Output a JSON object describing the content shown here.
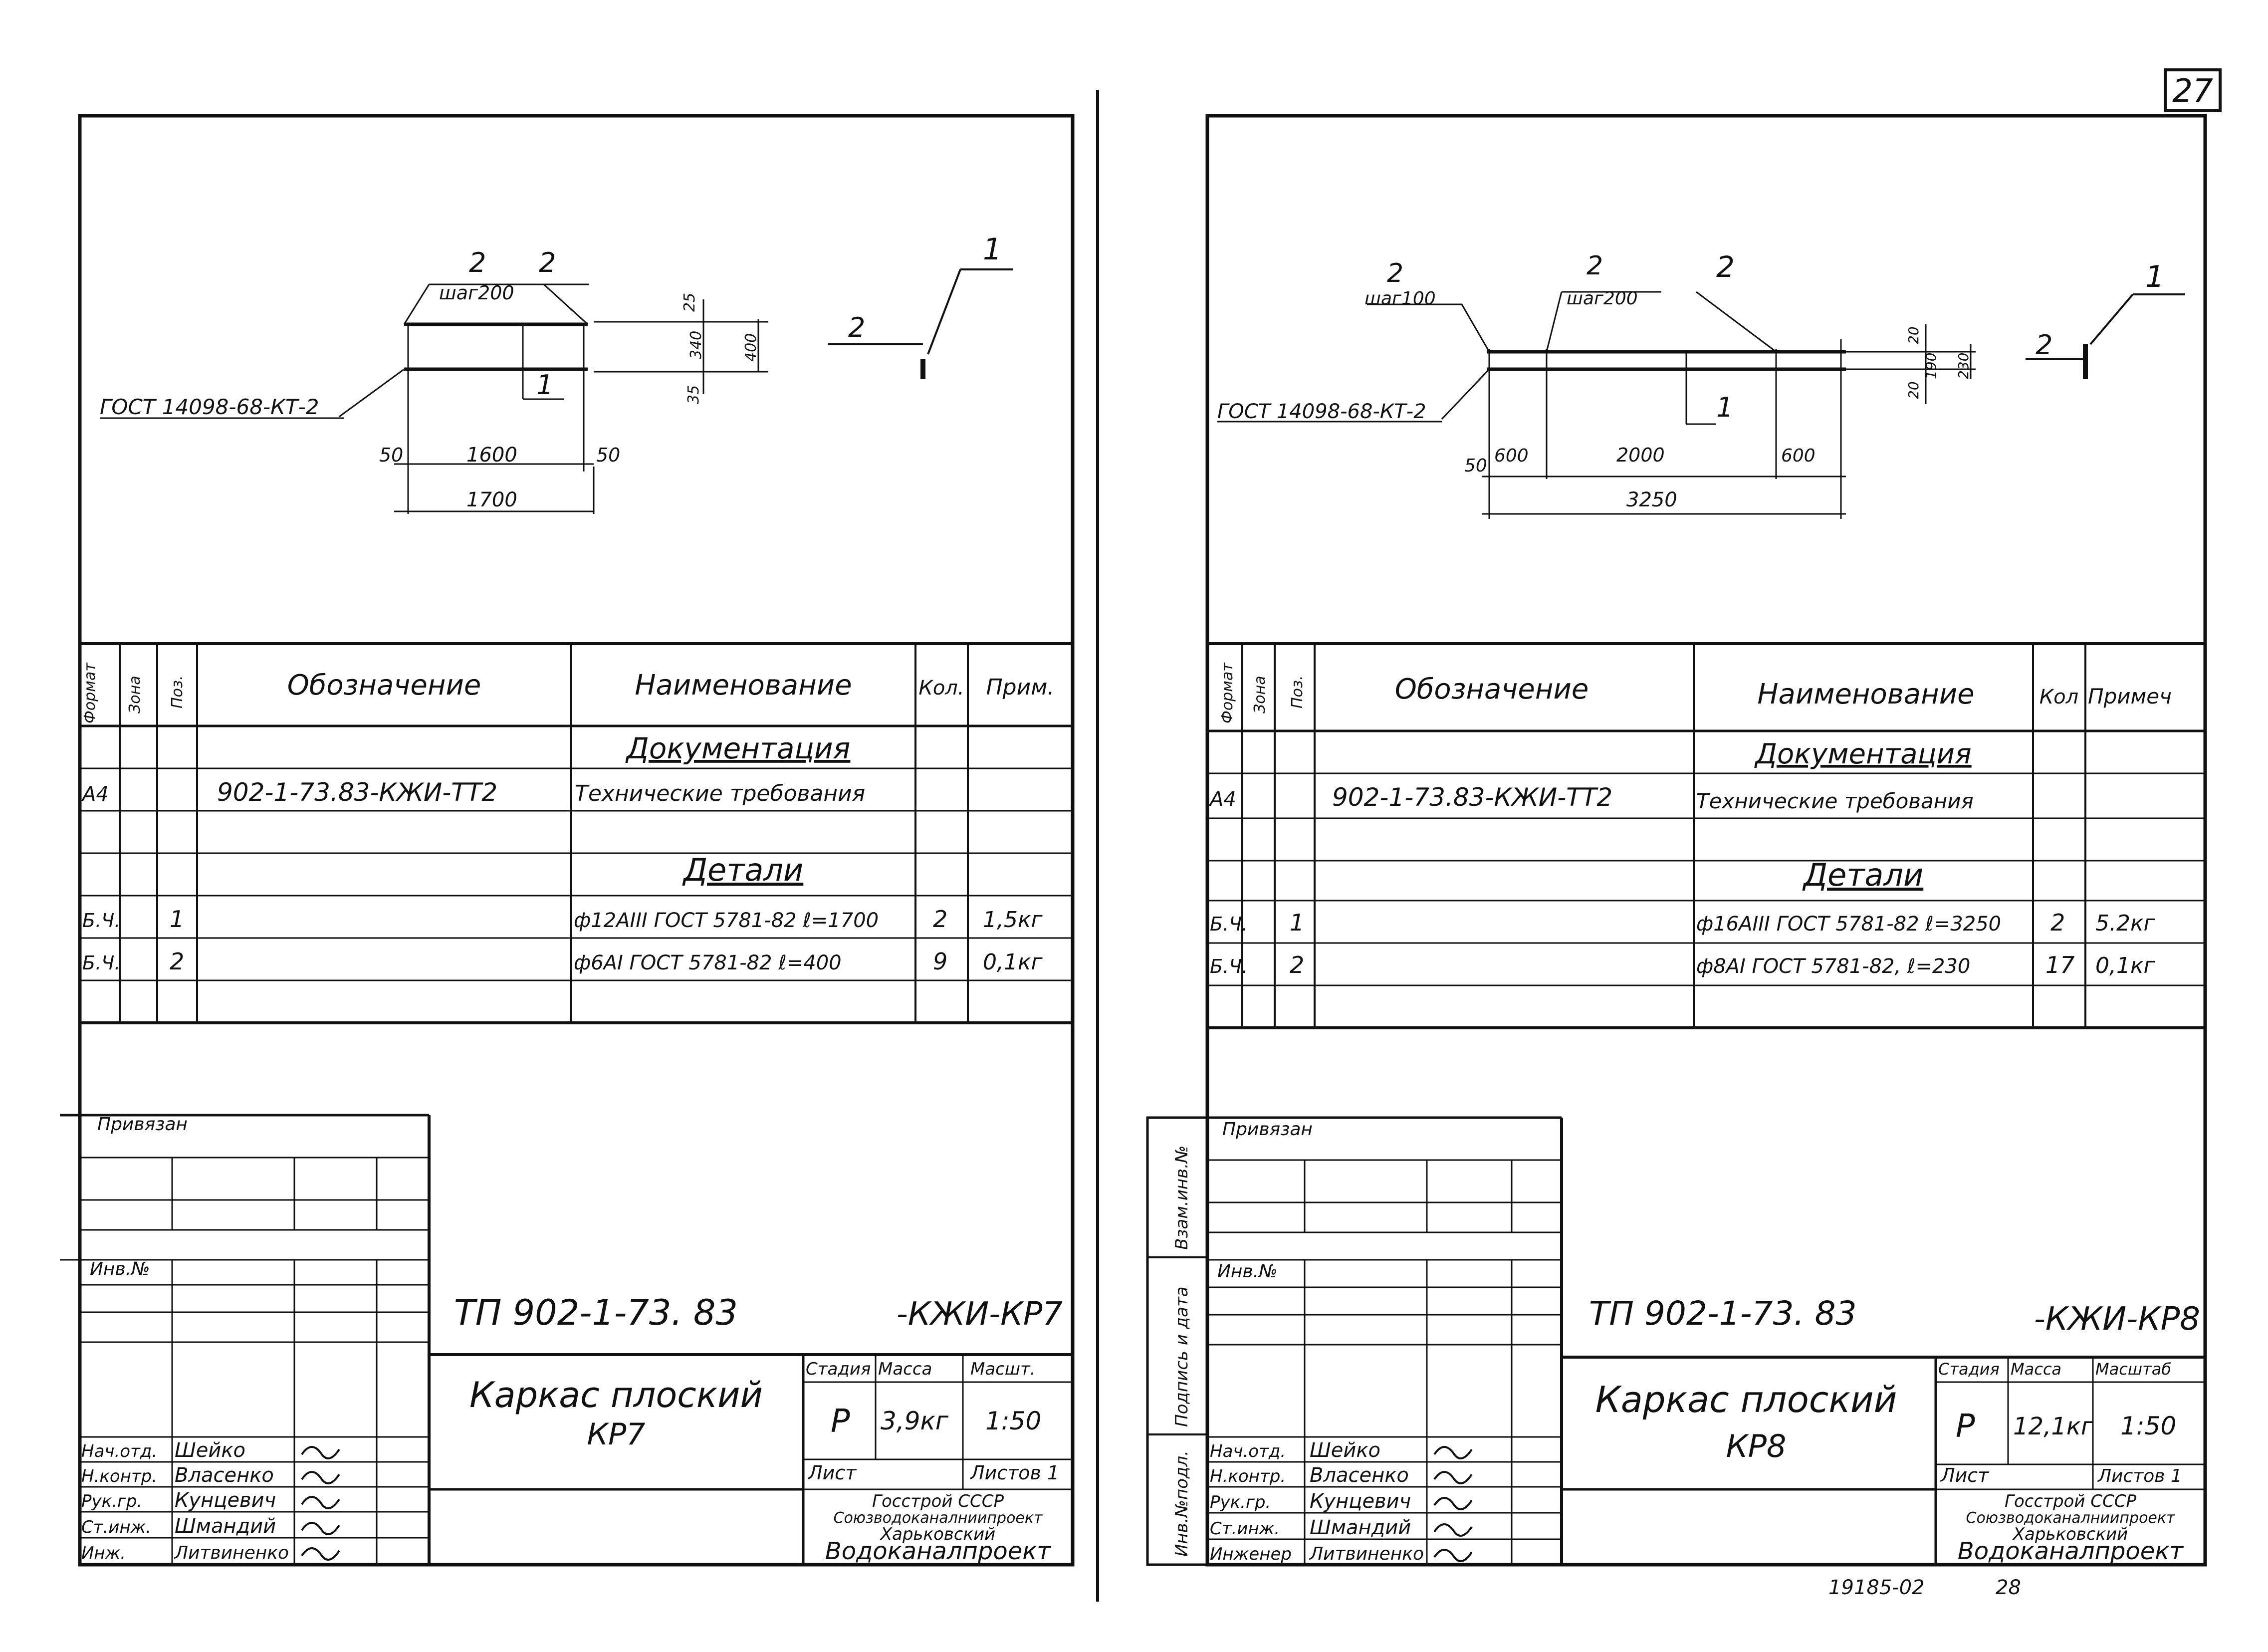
{
  "page_number": "27",
  "footer": {
    "archive": "19185-02",
    "page_alt": "28"
  },
  "sheets": [
    {
      "drawing": {
        "gost": "ГОСТ 14098-68-КТ-2",
        "step_label": "шаг200",
        "pos1": "1",
        "pos2": "2",
        "dims": {
          "d25": "25",
          "d340": "340",
          "d400": "400",
          "d35": "35",
          "d50a": "50",
          "d1600": "1600",
          "d50b": "50",
          "d1700": "1700"
        }
      },
      "spec": {
        "headers": {
          "format": "Формат",
          "zone": "Зона",
          "pos": "Поз.",
          "designation": "Обозначение",
          "name": "Наименование",
          "qty": "Кол.",
          "note": "Прим."
        },
        "section_docs": "Документация",
        "doc_row": {
          "format": "А4",
          "designation": "902-1-73.83-КЖИ-ТТ2",
          "name": "Технические требования"
        },
        "section_parts": "Детали",
        "rows": [
          {
            "format": "Б.Ч.",
            "pos": "1",
            "name": "ф12АIII ГОСТ 5781-82 ℓ=1700",
            "qty": "2",
            "note": "1,5кг"
          },
          {
            "format": "Б.Ч.",
            "pos": "2",
            "name": "ф6АI ГОСТ 5781-82 ℓ=400",
            "qty": "9",
            "note": "0,1кг"
          }
        ]
      },
      "title_block": {
        "linked": "Привязан",
        "inv": "Инв.№",
        "code": "ТП 902-1-73. 83",
        "code_suffix": "-КЖИ-КР7",
        "title_line1": "Каркас плоский",
        "title_line2": "КР7",
        "stage_label": "Стадия",
        "mass_label": "Масса",
        "scale_label": "Масшт.",
        "stage": "Р",
        "mass": "3,9кг",
        "scale": "1:50",
        "sheet_label": "Лист",
        "sheets_label": "Листов 1",
        "org1": "Госстрой СССР",
        "org2": "Союзводоканалниипроект",
        "org3": "Харьковский",
        "org4": "Водоканалпроект",
        "staff": [
          {
            "role": "Нач.отд.",
            "name": "Шейко"
          },
          {
            "role": "Н.контр.",
            "name": "Власенко"
          },
          {
            "role": "Рук.гр.",
            "name": "Кунцевич"
          },
          {
            "role": "Ст.инж.",
            "name": "Шмандий"
          },
          {
            "role": "Инж.",
            "name": "Литвиненко"
          }
        ]
      }
    },
    {
      "drawing": {
        "gost": "ГОСТ 14098-68-КТ-2",
        "step_label_a": "шаг100",
        "step_label_b": "шаг200",
        "pos1": "1",
        "pos2": "2",
        "dims": {
          "d20a": "20",
          "d190": "190",
          "d230": "230",
          "d20b": "20",
          "d50": "50",
          "d600a": "600",
          "d2000": "2000",
          "d600b": "600",
          "d3250": "3250"
        }
      },
      "spec": {
        "headers": {
          "format": "Формат",
          "zone": "Зона",
          "pos": "Поз.",
          "designation": "Обозначение",
          "name": "Наименование",
          "qty": "Кол",
          "note": "Примеч"
        },
        "section_docs": "Документация",
        "doc_row": {
          "format": "А4",
          "designation": "902-1-73.83-КЖИ-ТТ2",
          "name": "Технические требования"
        },
        "section_parts": "Детали",
        "rows": [
          {
            "format": "Б.Ч.",
            "pos": "1",
            "name": "ф16АIII ГОСТ 5781-82 ℓ=3250",
            "qty": "2",
            "note": "5.2кг"
          },
          {
            "format": "Б.Ч.",
            "pos": "2",
            "name": "ф8АI ГОСТ 5781-82, ℓ=230",
            "qty": "17",
            "note": "0,1кг"
          }
        ]
      },
      "title_block": {
        "linked": "Привязан",
        "inv": "Инв.№",
        "side_labels": [
          "Инв.№подл.",
          "Подпись и дата",
          "Взам.инв.№"
        ],
        "code": "ТП 902-1-73. 83",
        "code_suffix": "-КЖИ-КР8",
        "title_line1": "Каркас плоский",
        "title_line2": "КР8",
        "stage_label": "Стадия",
        "mass_label": "Масса",
        "scale_label": "Масштаб",
        "stage": "Р",
        "mass": "12,1кг",
        "scale": "1:50",
        "sheet_label": "Лист",
        "sheets_label": "Листов 1",
        "org1": "Госстрой СССР",
        "org2": "Союзводоканалниипроект",
        "org3": "Харьковский",
        "org4": "Водоканалпроект",
        "staff": [
          {
            "role": "Нач.отд.",
            "name": "Шейко"
          },
          {
            "role": "Н.контр.",
            "name": "Власенко"
          },
          {
            "role": "Рук.гр.",
            "name": "Кунцевич"
          },
          {
            "role": "Ст.инж.",
            "name": "Шмандий"
          },
          {
            "role": "Инженер",
            "name": "Литвиненко"
          }
        ]
      }
    }
  ]
}
